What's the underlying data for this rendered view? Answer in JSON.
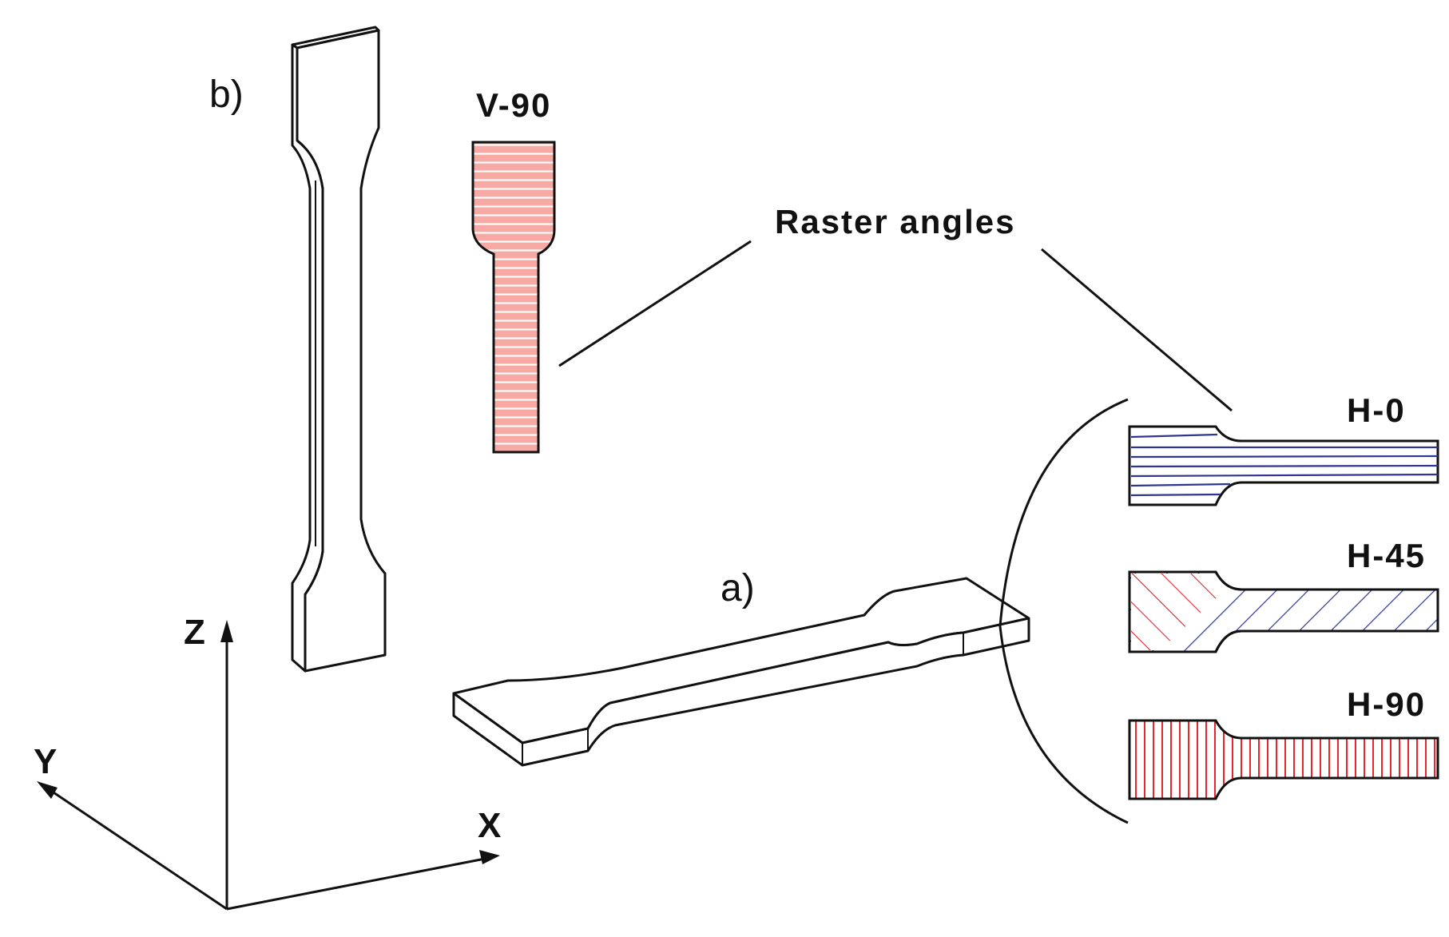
{
  "labels": {
    "a": "a)",
    "b": "b)",
    "v90": "V-90",
    "raster": "Raster angles",
    "h0": "H-0",
    "h45": "H-45",
    "h90": "H-90"
  },
  "axes": {
    "z": "Z",
    "y": "Y",
    "x": "X"
  },
  "colors": {
    "outline": "#111111",
    "red_fill": "#f7a9a4",
    "red_line": "#e8262c",
    "blue_fill": "#ffffff",
    "blue_line": "#2f3592"
  }
}
